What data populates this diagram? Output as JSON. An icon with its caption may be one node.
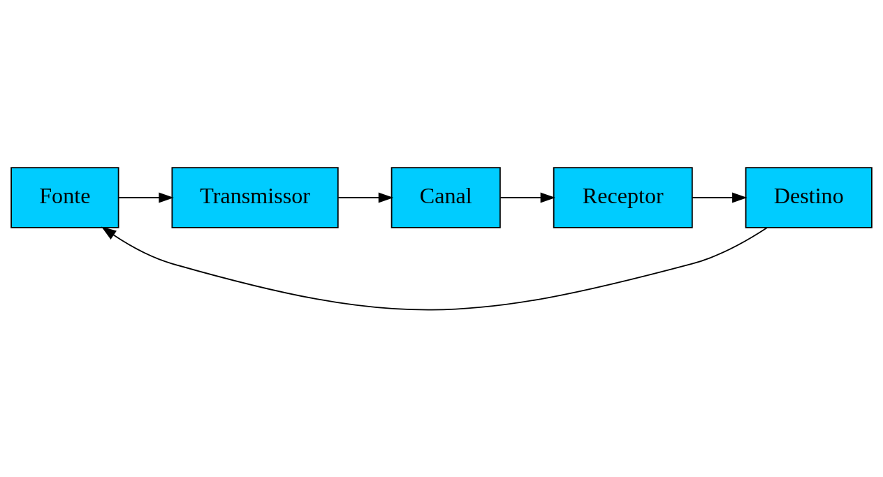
{
  "diagram": {
    "nodes": [
      {
        "text": [
          "Fonte"
        ]
      },
      {
        "text": [
          "Transmissor"
        ]
      },
      {
        "text": [
          "Canal"
        ]
      },
      {
        "text": [
          "Receptor"
        ]
      },
      {
        "text": [
          "Destino"
        ]
      }
    ],
    "edges": [
      {
        "from": 0,
        "to": 1,
        "arrow": "to"
      },
      {
        "from": 1,
        "to": 2,
        "arrow": "to"
      },
      {
        "from": 2,
        "to": 3,
        "arrow": "to"
      },
      {
        "from": 3,
        "to": 4,
        "arrow": "to"
      },
      {
        "from": 4,
        "to": 0,
        "arrow": "to"
      }
    ]
  }
}
